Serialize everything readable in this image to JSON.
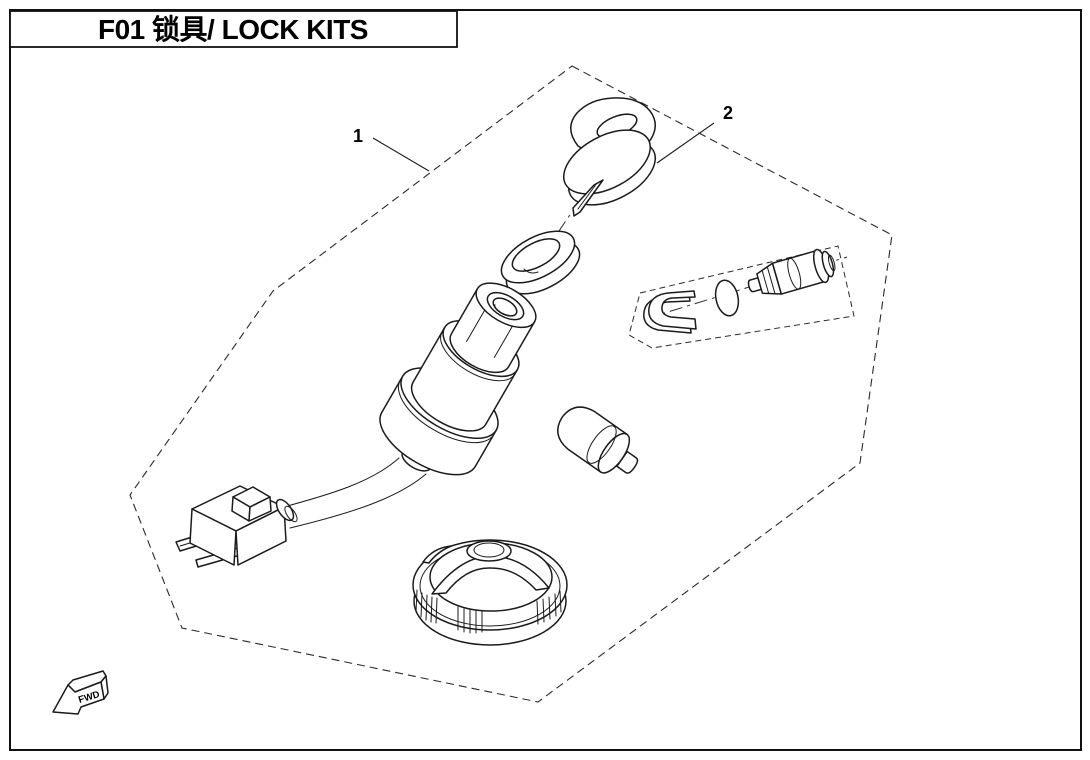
{
  "page": {
    "title": "F01 锁具/ LOCK KITS",
    "background_color": "#ffffff",
    "line_color": "#1b1b1b"
  },
  "callouts": [
    {
      "label": "1"
    },
    {
      "label": "2"
    }
  ],
  "direction_indicator": {
    "label": "FWD"
  }
}
